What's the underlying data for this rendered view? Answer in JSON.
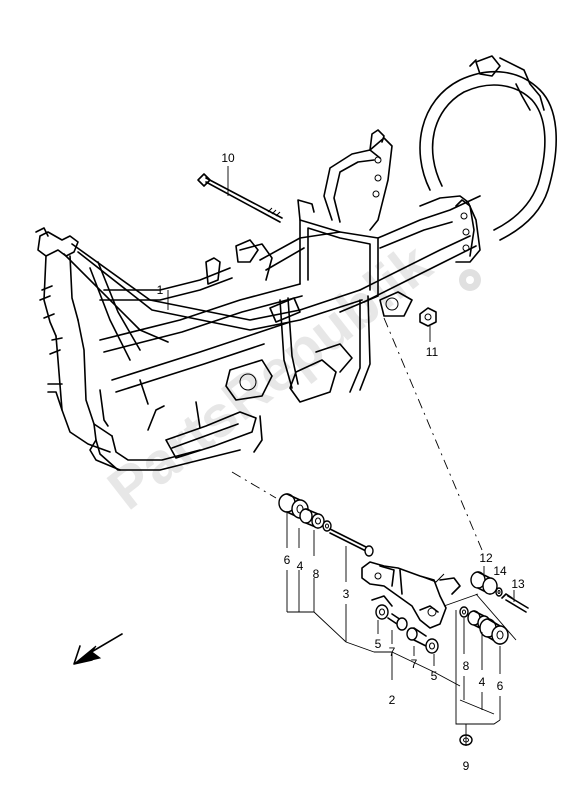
{
  "watermark": {
    "text": "PartsRepublik"
  },
  "callouts": [
    {
      "id": "c1",
      "label": "1"
    },
    {
      "id": "c10",
      "label": "10"
    },
    {
      "id": "c11",
      "label": "11"
    },
    {
      "id": "c12",
      "label": "12"
    },
    {
      "id": "c14",
      "label": "14"
    },
    {
      "id": "c13",
      "label": "13"
    },
    {
      "id": "c3",
      "label": "3"
    },
    {
      "id": "c6a",
      "label": "6"
    },
    {
      "id": "c4a",
      "label": "4"
    },
    {
      "id": "c8a",
      "label": "8"
    },
    {
      "id": "c5a",
      "label": "5"
    },
    {
      "id": "c7a",
      "label": "7"
    },
    {
      "id": "c7b",
      "label": "7"
    },
    {
      "id": "c5b",
      "label": "5"
    },
    {
      "id": "c8b",
      "label": "8"
    },
    {
      "id": "c4b",
      "label": "4"
    },
    {
      "id": "c6b",
      "label": "6"
    },
    {
      "id": "c2",
      "label": "2"
    },
    {
      "id": "c9",
      "label": "9"
    }
  ],
  "icons": {
    "direction": "front-direction-arrow-icon"
  }
}
